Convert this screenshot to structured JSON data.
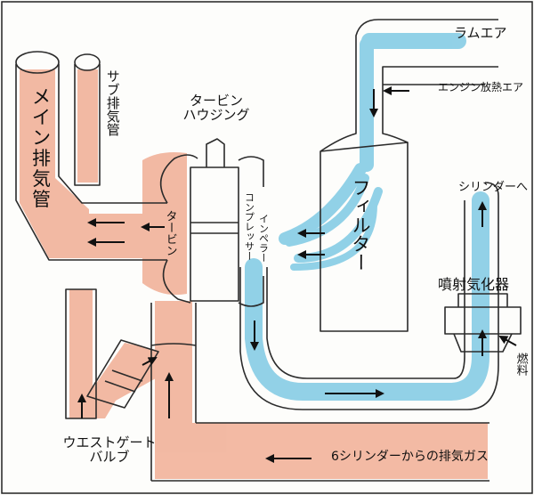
{
  "labels": {
    "ram_air": "ラムエア",
    "engine_air": "エンジン放熱エア",
    "sub_exhaust": "サブ排気管",
    "main_exhaust": "メイン排気管",
    "turbine_housing_1": "タービン",
    "turbine_housing_2": "ハウジング",
    "turbine": "タービン",
    "compressor_1": "コンプレッサー",
    "compressor_2": "インペラー",
    "filter": "フィルター",
    "to_cylinder": "シリンダーへ",
    "carburetor": "噴射気化器",
    "fuel": "燃料",
    "wastegate_1": "ウエストゲート",
    "wastegate_2": "バルブ",
    "exhaust_from_cyl": "6シリンダーからの排気ガス"
  },
  "colors": {
    "exhaust": "#f2b49c",
    "air": "#8ccfe6",
    "outline": "#2b2b2b",
    "arrow": "#111111",
    "housing": "#e4e4e4"
  },
  "icons": [
    "arrow-icon"
  ]
}
